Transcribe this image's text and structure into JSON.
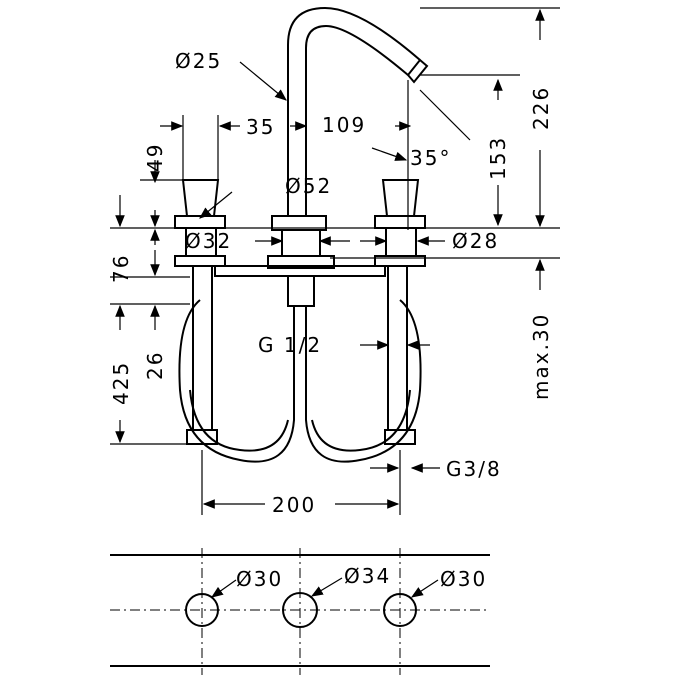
{
  "dimensions": {
    "spout_diameter": "Ø25",
    "handle_offset": "35",
    "spout_reach": "109",
    "handle_height": "49",
    "base_diameter": "Ø52",
    "spout_angle": "35°",
    "outlet_height": "153",
    "total_height": "226",
    "spout_base_diameter": "Ø32",
    "handle_base_diameter": "Ø28",
    "base_height": "76",
    "max_thickness": "max.30",
    "spout_connection": "G 1/2",
    "hose_length": "425",
    "connector_height": "26",
    "valve_connection": "G3/8",
    "center_spacing": "200",
    "hole_left": "Ø30",
    "hole_center": "Ø34",
    "hole_right": "Ø30"
  },
  "colors": {
    "line": "#000000",
    "background": "#ffffff"
  }
}
